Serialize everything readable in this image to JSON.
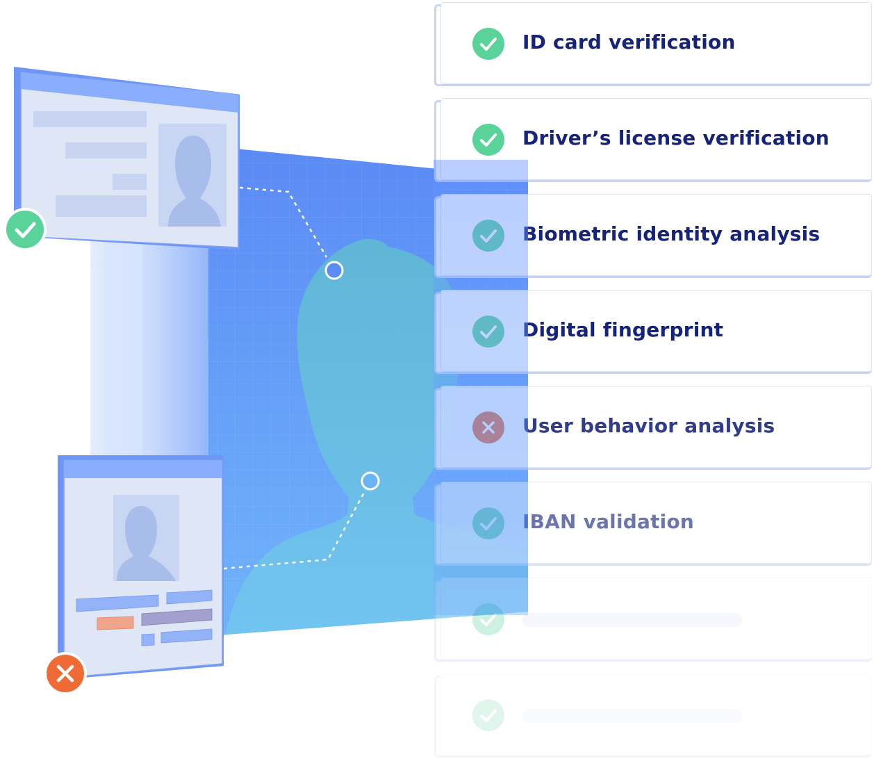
{
  "colors": {
    "success": "#5ad39a",
    "error": "#e6663d",
    "label": "#15237a",
    "screen_top": "#5b8cf6",
    "screen_bottom": "#6fb0fb",
    "silhouette": "#67c3d8",
    "id_card_face": "#dfe6f6",
    "id_card_header": "#8aaefc"
  },
  "checklist": [
    {
      "label": "ID card verification",
      "status": "check-icon",
      "opacity": 1
    },
    {
      "label": "Driver’s license verification",
      "status": "check-icon",
      "opacity": 1
    },
    {
      "label": "Biometric identity analysis",
      "status": "check-icon",
      "opacity": 1
    },
    {
      "label": "Digital fingerprint",
      "status": "check-icon",
      "opacity": 1
    },
    {
      "label": "User behavior analysis",
      "status": "cross-icon",
      "opacity": 0.88
    },
    {
      "label": "IBAN validation",
      "status": "check-icon",
      "opacity": 0.62
    },
    {
      "label": "",
      "status": "check-icon",
      "opacity": 0.3
    },
    {
      "label": "",
      "status": "check-icon",
      "opacity": 0.18
    }
  ],
  "badges": {
    "id_card": "check-icon",
    "document": "cross-icon"
  }
}
